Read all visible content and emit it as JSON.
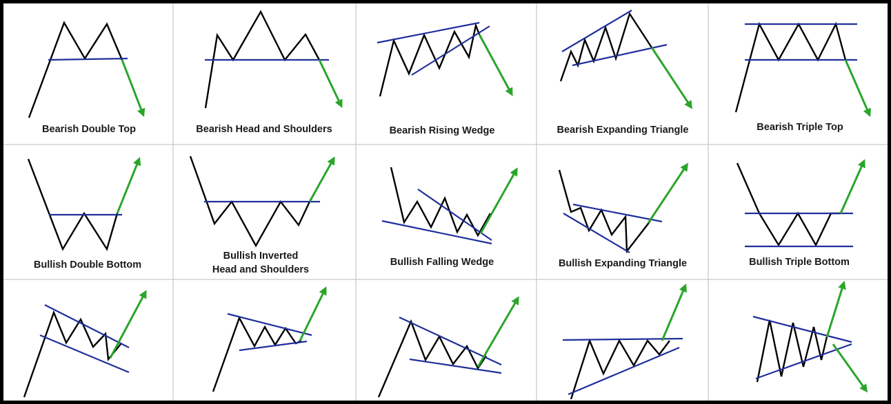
{
  "colors": {
    "price": "#000000",
    "trendline": "#1f2f9b",
    "arrow": "#2aa52a",
    "grid": "#bdbdbd",
    "frame": "#000000"
  },
  "patterns": [
    {
      "name": "Bearish Double Top"
    },
    {
      "name": "Bearish Head and Shoulders"
    },
    {
      "name": "Bearish Rising Wedge"
    },
    {
      "name": "Bearish Expanding Triangle"
    },
    {
      "name": "Bearish Triple Top"
    },
    {
      "name": "Bullish Double Bottom"
    },
    {
      "name_line1": "Bullish Inverted",
      "name_line2": "Head and Shoulders"
    },
    {
      "name": "Bullish Falling Wedge"
    },
    {
      "name": "Bullish Expanding Triangle"
    },
    {
      "name": "Bullish Triple Bottom"
    },
    {
      "name": ""
    },
    {
      "name": ""
    },
    {
      "name": ""
    },
    {
      "name": ""
    },
    {
      "name": ""
    }
  ]
}
